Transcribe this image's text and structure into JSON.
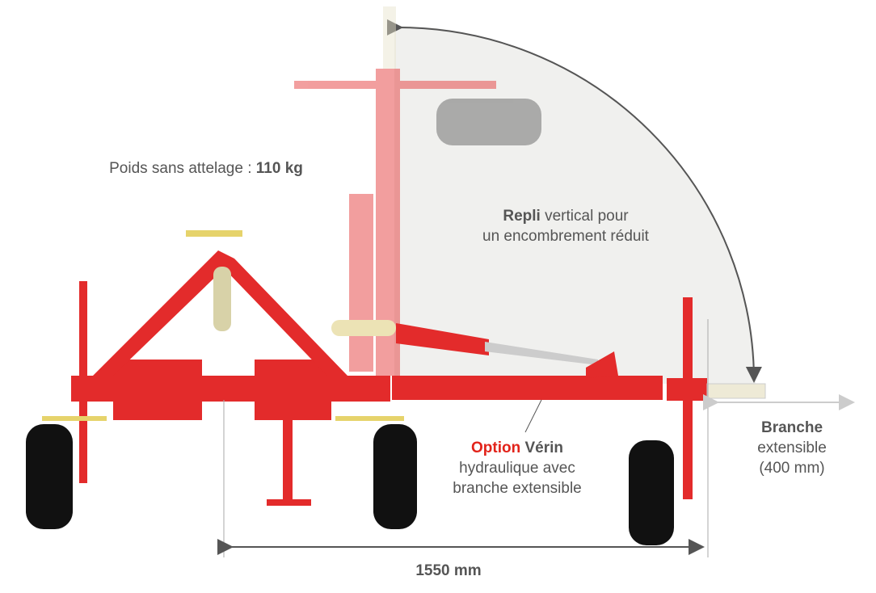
{
  "weight": {
    "label": "Poids sans attelage :",
    "value": "110 kg"
  },
  "fold": {
    "bold": "Repli",
    "line1_rest": "vertical pour",
    "line2": "un encombrement réduit"
  },
  "option": {
    "red": "Option",
    "bold": "Vérin",
    "line2": "hydraulique avec",
    "line3": "branche extensible"
  },
  "branch": {
    "bold": "Branche",
    "line2": "extensible",
    "line3": "(400 mm)"
  },
  "width_dimension": "1550 mm",
  "colors": {
    "frame": "#e32b2b",
    "frame_faded": "#f3a3a3",
    "text": "#555555",
    "accent": "#e2231a",
    "sector": "#f0f0ee"
  }
}
